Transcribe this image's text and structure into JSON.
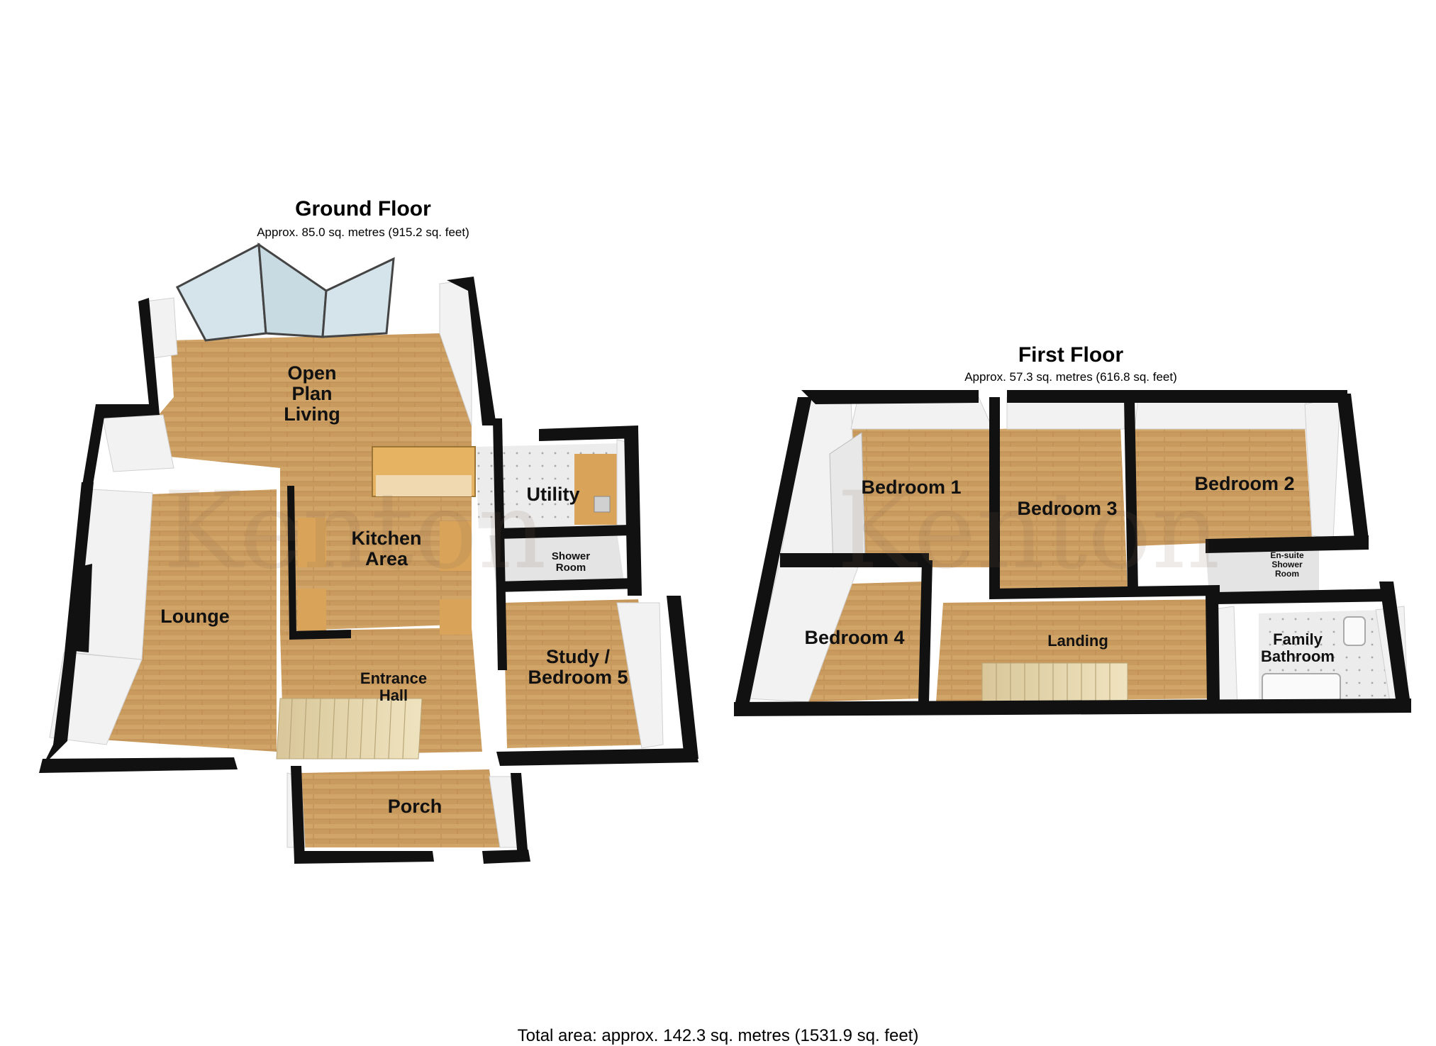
{
  "ground_floor": {
    "title": "Ground Floor",
    "area": "Approx. 85.0 sq. metres (915.2 sq. feet)",
    "rooms": {
      "open_plan": "Open\nPlan\nLiving",
      "kitchen": "Kitchen\nArea",
      "utility": "Utility",
      "shower_room": "Shower\nRoom",
      "lounge": "Lounge",
      "entrance_hall": "Entrance\nHall",
      "study": "Study /\nBedroom 5",
      "porch": "Porch"
    }
  },
  "first_floor": {
    "title": "First Floor",
    "area": "Approx. 57.3 sq. metres (616.8 sq. feet)",
    "rooms": {
      "bedroom1": "Bedroom 1",
      "bedroom3": "Bedroom 3",
      "bedroom2": "Bedroom 2",
      "ensuite": "En-suite\nShower\nRoom",
      "bedroom4": "Bedroom 4",
      "landing": "Landing",
      "family_bathroom": "Family\nBathroom"
    }
  },
  "total_area": "Total area: approx. 142.3 sq. metres (1531.9 sq. feet)",
  "watermark": "Kenton",
  "colors": {
    "floor_wood": "#c99a5e",
    "wall": "#111111",
    "wall_face": "#f2f2f2",
    "tile": "#e9e9e9",
    "glass": "#cfe3ea"
  }
}
